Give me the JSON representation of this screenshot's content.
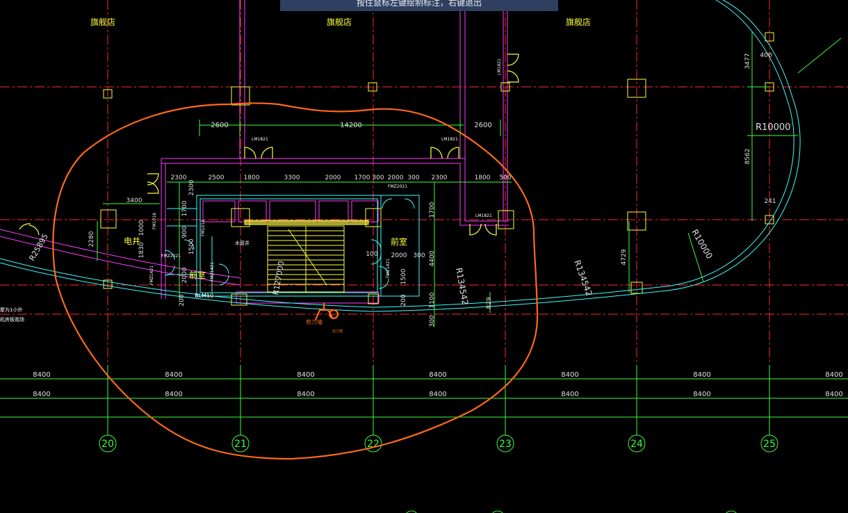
{
  "banner_text": "按住鼠标左键绘制标注，右键退出",
  "colors": {
    "background": "#000000",
    "axis_red": "#ff2a2a",
    "dim_green": "#3cff3c",
    "wall_magenta": "#ff3cff",
    "door_yellow": "#ffff3c",
    "outline_cyan": "#3cffff",
    "markup_orange": "#ff6a1a",
    "banner": "#2f3f60"
  },
  "store_labels": [
    "旗舰店",
    "旗舰店",
    "旗舰店"
  ],
  "axis_labels": [
    "20",
    "21",
    "22",
    "23",
    "24",
    "25"
  ],
  "bay_dimensions_row1": [
    "8400",
    "8400",
    "8400",
    "8400",
    "8400",
    "8400",
    "8400"
  ],
  "bay_dimensions_row2": [
    "8400",
    "8400",
    "8400",
    "8400",
    "8400",
    "8400",
    "8400"
  ],
  "top_dimensions": [
    "2600",
    "14200",
    "2600"
  ],
  "core_dimensions": [
    "2300",
    "2500",
    "1800",
    "3300",
    "2000",
    "1700",
    "300",
    "2000",
    "300",
    "2300",
    "1800",
    "500"
  ],
  "left_dimensions": [
    "3400",
    "2280",
    "1000",
    "1830",
    "1700",
    "2300",
    "900",
    "1500",
    "2000",
    "200"
  ],
  "right_dimensions": [
    "1700",
    "4400",
    "1100",
    "300",
    "100",
    "2000",
    "300",
    "1500",
    "200"
  ],
  "far_right_dimensions": [
    "3477",
    "400",
    "8562",
    "241",
    "4729",
    "829"
  ],
  "room_labels": {
    "electric_shaft": "电井",
    "front_room_left": "前室",
    "front_room_right": "前室",
    "water_shaft": "水管井"
  },
  "door_tags": [
    "LM1821",
    "LM1821",
    "LM1821",
    "LM1821",
    "FMZ2021",
    "FMZ2021",
    "FMZ1421",
    "FMZ1421",
    "FMZ1421",
    "FM1018",
    "FM1018",
    "BLM10"
  ],
  "radius_labels": [
    "R10000",
    "R10000",
    "R134542",
    "R127000",
    "R25895"
  ],
  "left_notes": [
    "聚为1小外",
    "机房板观场"
  ],
  "markup_labels": [
    "剪刀墙",
    "剪刀墙"
  ]
}
